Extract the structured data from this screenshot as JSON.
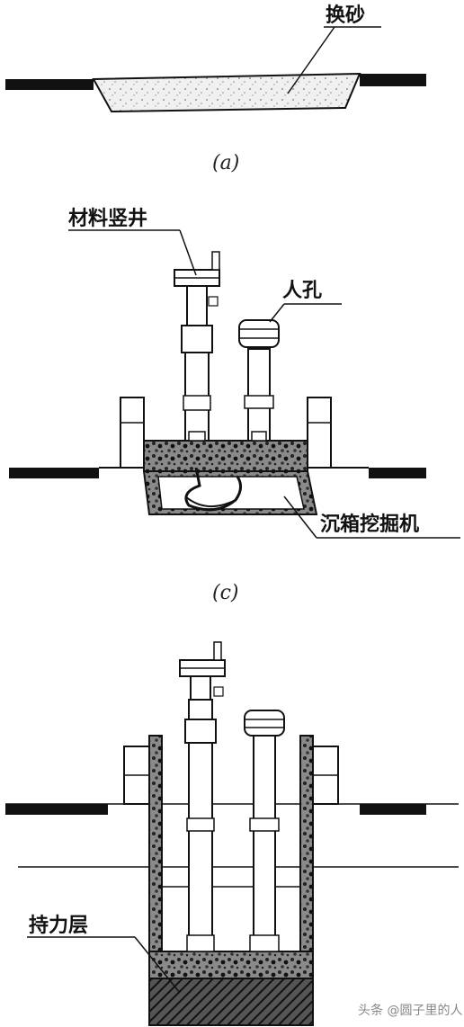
{
  "labels": {
    "sand_replacement": "换砂",
    "material_shaft": "材料竖井",
    "manhole": "人孔",
    "caisson_excavator": "沉箱挖掘机",
    "bearing_layer": "持力层"
  },
  "captions": {
    "a": "(a)",
    "c": "(c)"
  },
  "watermark": "头条 @圆子里的人",
  "colors": {
    "ink": "#111111",
    "fill_gray": "#c8c8c8",
    "sand": "#e6e6e6",
    "watermark": "#888888"
  }
}
